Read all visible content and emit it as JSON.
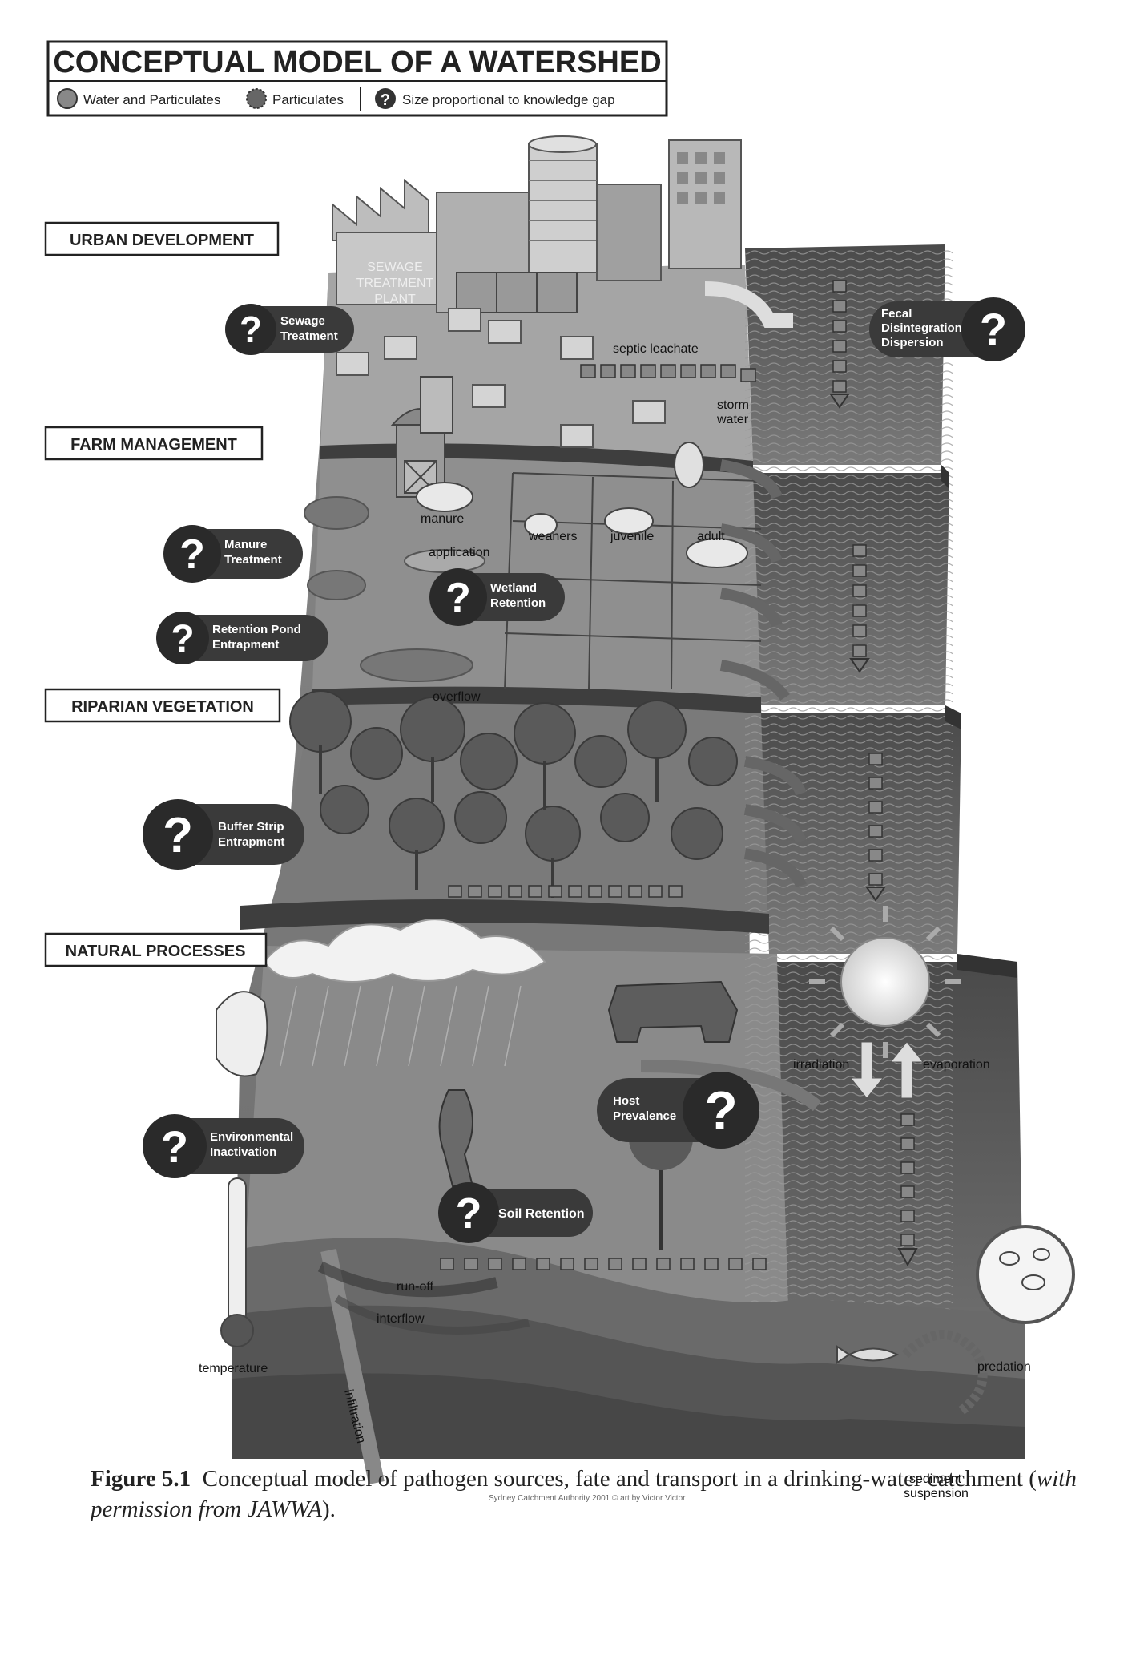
{
  "header": {
    "title": "CONCEPTUAL MODEL OF A WATERSHED",
    "legend": [
      {
        "icon": "water-particulates-icon",
        "label": "Water and Particulates"
      },
      {
        "icon": "particulates-icon",
        "label": "Particulates"
      },
      {
        "icon": "knowledge-gap-icon",
        "label": "Size proportional to knowledge gap"
      }
    ]
  },
  "sections": {
    "urban": "URBAN DEVELOPMENT",
    "farm": "FARM MANAGEMENT",
    "riparian": "RIPARIAN VEGETATION",
    "natural": "NATURAL PROCESSES"
  },
  "knowledge_gaps": {
    "sewage": [
      "Sewage",
      "Treatment"
    ],
    "fecal": [
      "Fecal",
      "Disintegration",
      "Dispersion"
    ],
    "manure": [
      "Manure",
      "Treatment"
    ],
    "wetland": [
      "Wetland",
      "Retention"
    ],
    "retention_pond": [
      "Retention Pond",
      "Entrapment"
    ],
    "buffer": [
      "Buffer Strip",
      "Entrapment"
    ],
    "host": [
      "Host",
      "Prevalence"
    ],
    "environmental": [
      "Environmental",
      "Inactivation"
    ],
    "soil": [
      "Soil Retention"
    ]
  },
  "labels": {
    "sewage_plant": [
      "SEWAGE",
      "TREATMENT",
      "PLANT"
    ],
    "septic_leachate": "septic leachate",
    "storm_water": [
      "storm",
      "water"
    ],
    "manure_application": [
      "manure",
      "application"
    ],
    "weaners": "weaners",
    "juvenile": "juvenile",
    "adult": "adult",
    "overflow": "overflow",
    "irradiation": "irradiation",
    "evaporation": "evaporation",
    "run_off": "run-off",
    "interflow": "interflow",
    "infiltration": "infiltration",
    "temperature": "temperature",
    "predation": "predation",
    "sediment_suspension": [
      "sediment",
      "suspension"
    ],
    "credit": "Sydney Catchment Authority 2001 © art by Victor Victor"
  },
  "caption": {
    "figure_label": "Figure 5.1",
    "text": "Conceptual model of pathogen sources, fate and transport in a drinking-water catchment (",
    "italic": "with permission from JAWWA",
    "end": ")."
  }
}
